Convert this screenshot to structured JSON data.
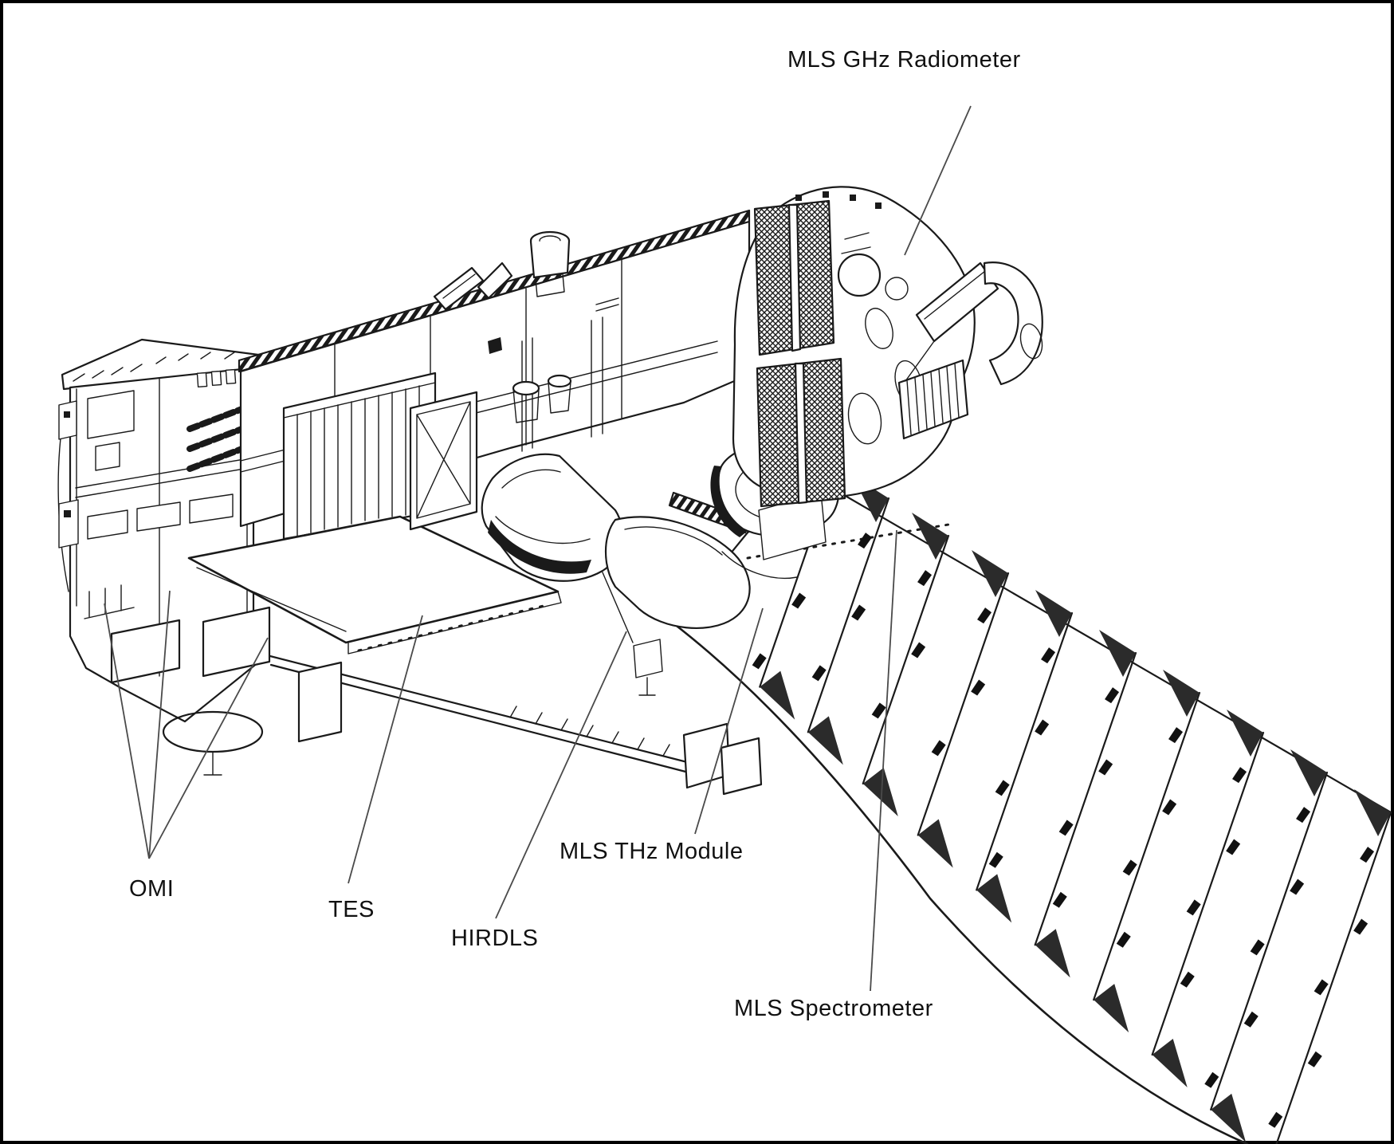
{
  "figure": {
    "type": "technical-line-diagram",
    "background": "#ffffff",
    "line_color": "#1a1a1a",
    "leader_color": "#4a4a4a",
    "text_color": "#111111",
    "shade_color": "#2b2b2b"
  },
  "labels": {
    "mls_ghz_radiometer": "MLS GHz Radiometer",
    "omi": "OMI",
    "tes": "TES",
    "hirdls": "HIRDLS",
    "mls_thz_module": "MLS THz Module",
    "mls_spectrometer": "MLS Spectrometer"
  }
}
